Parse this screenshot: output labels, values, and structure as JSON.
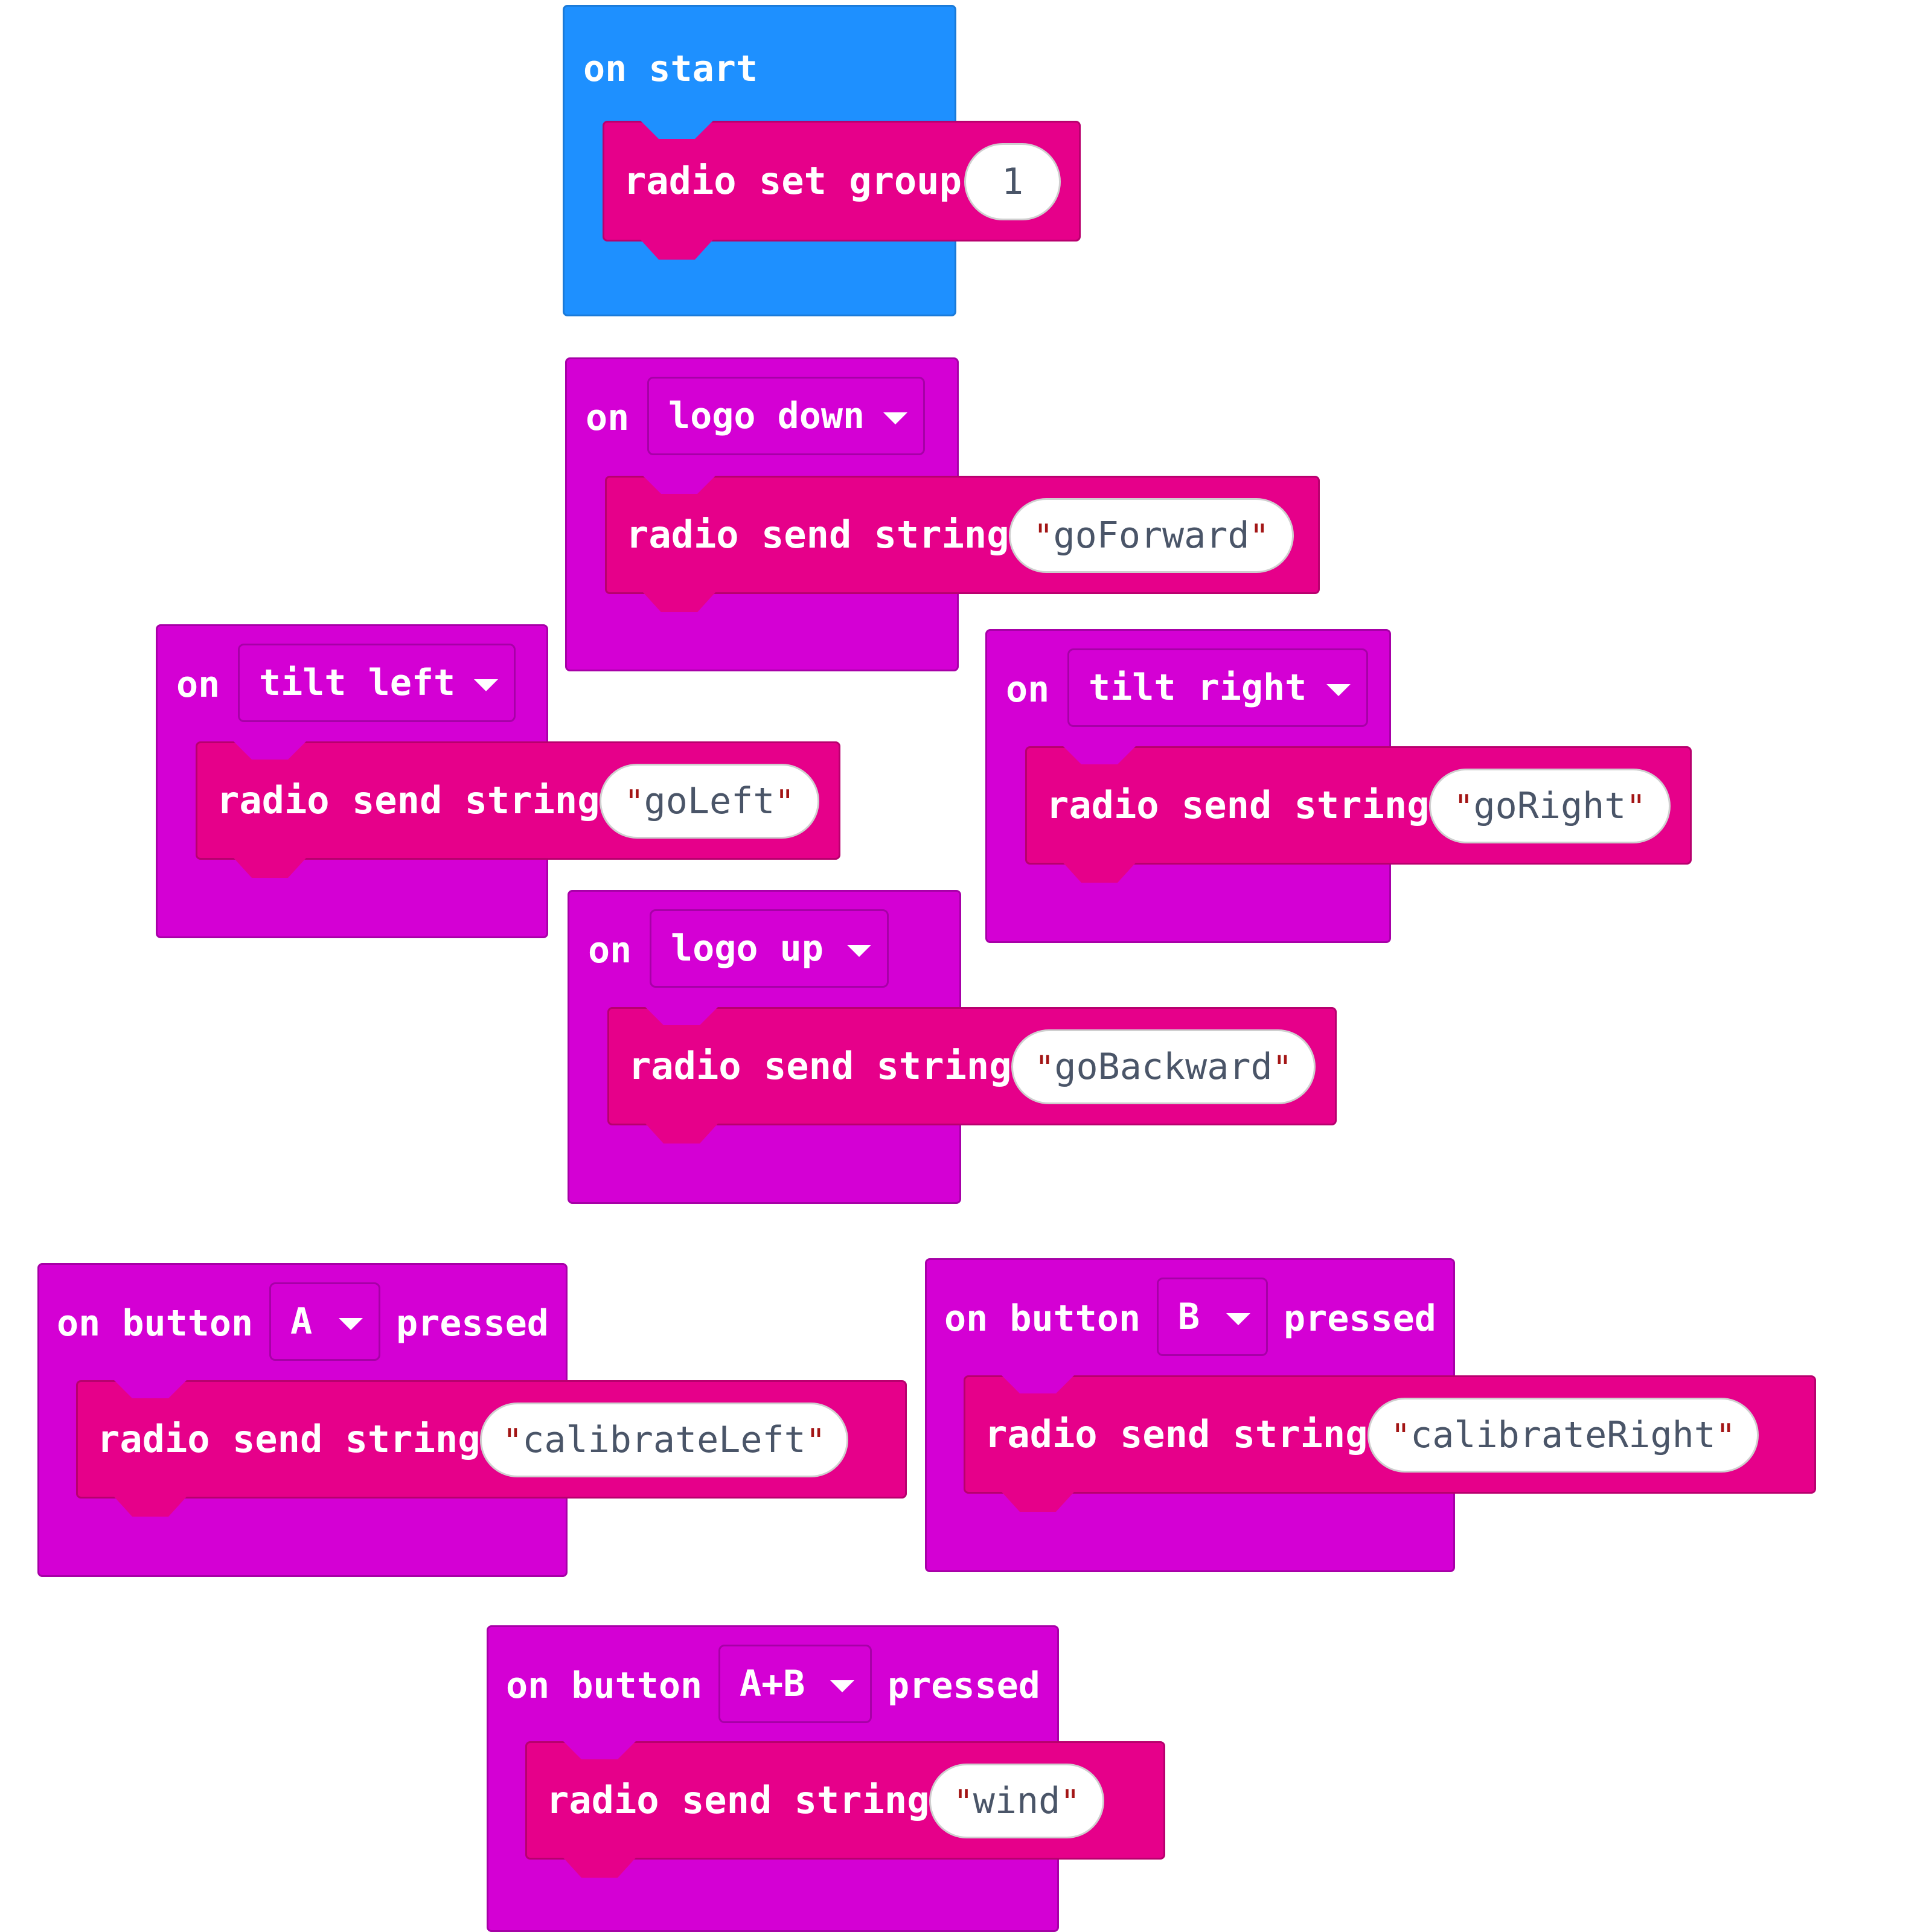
{
  "blocks": {
    "on_start": {
      "label": "on start",
      "stmt": "radio set group",
      "value": "1"
    },
    "logo_down": {
      "on": "on",
      "option": "logo down",
      "stmt": "radio send string",
      "value": "goForward"
    },
    "tilt_left": {
      "on": "on",
      "option": "tilt left",
      "stmt": "radio send string",
      "value": "goLeft"
    },
    "tilt_right": {
      "on": "on",
      "option": "tilt right",
      "stmt": "radio send string",
      "value": "goRight"
    },
    "logo_up": {
      "on": "on",
      "option": "logo up",
      "stmt": "radio send string",
      "value": "goBackward"
    },
    "button_a": {
      "on": "on button",
      "option": "A",
      "after": "pressed",
      "stmt": "radio send string",
      "value": "calibrateLeft"
    },
    "button_b": {
      "on": "on button",
      "option": "B",
      "after": "pressed",
      "stmt": "radio send string",
      "value": "calibrateRight"
    },
    "button_ab": {
      "on": "on button",
      "option": "A+B",
      "after": "pressed",
      "stmt": "radio send string",
      "value": "wind"
    }
  },
  "colors": {
    "events_blue": "#1e90ff",
    "input_magenta": "#d400d4",
    "radio_pink": "#e6008a"
  },
  "icons": {
    "dropdown": "caret-down-icon"
  }
}
